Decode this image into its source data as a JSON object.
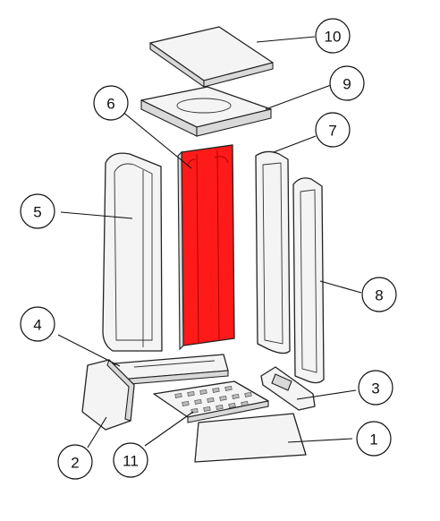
{
  "highlight_color": "#ff1a1a",
  "callouts": [
    {
      "label": "1",
      "part": "base-front-brick"
    },
    {
      "label": "2",
      "part": "left-front-block"
    },
    {
      "label": "3",
      "part": "right-front-block"
    },
    {
      "label": "4",
      "part": "front-bar"
    },
    {
      "label": "5",
      "part": "left-side-panel"
    },
    {
      "label": "6",
      "part": "back-panel"
    },
    {
      "label": "7",
      "part": "right-side-panel"
    },
    {
      "label": "8",
      "part": "right-outer-panel"
    },
    {
      "label": "9",
      "part": "ring-plate"
    },
    {
      "label": "10",
      "part": "top-plate"
    },
    {
      "label": "11",
      "part": "grate"
    }
  ]
}
